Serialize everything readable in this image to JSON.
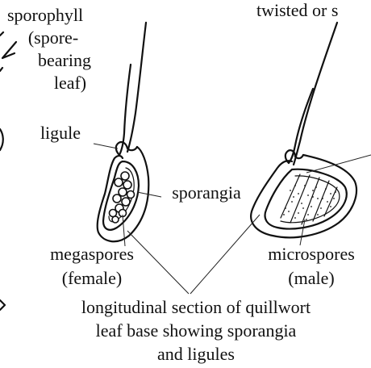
{
  "labels": {
    "sporophyll": [
      "sporophyll",
      "(spore-",
      "bearing",
      "leaf)"
    ],
    "twisted": "twisted or s",
    "ligule": "ligule",
    "sporangia": "sporangia",
    "megaspores": [
      "megaspores",
      "(female)"
    ],
    "microspores": [
      "microspores",
      "(male)"
    ],
    "caption": [
      "longitudinal section of quillwort",
      "leaf base showing sporangia",
      "and ligules"
    ]
  }
}
